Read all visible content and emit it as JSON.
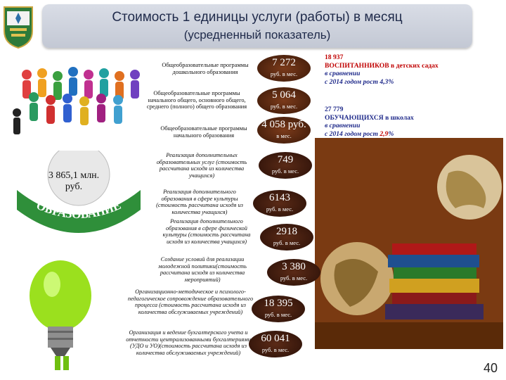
{
  "header": {
    "title": "Стоимость 1 единицы услуги  (работы) в месяц",
    "subtitle": "(усредненный показатель)"
  },
  "left_panel": {
    "budget_value": "3 865,1 млн. руб.",
    "arc_label": "ОБРАЗОВАНИЕ"
  },
  "services": [
    {
      "desc": "Общеобразовательные программы дошкольного образования",
      "value": "7 272",
      "unit": "руб. в мес."
    },
    {
      "desc": "Общеобразовательные программы начального общего, основного общего, среднего (полного) общего образования",
      "value": "5 064",
      "unit": "руб. в мес."
    },
    {
      "desc": "Общеобразовательные программы начального образования",
      "value": "4 058",
      "value_suffix": "руб.",
      "unit": "в мес."
    },
    {
      "desc": "Реализация дополнительных образовательных услуг (стоимость рассчитана исходя из количества учащихся)",
      "value": "749",
      "unit": "руб. в мес."
    },
    {
      "desc": "Реализация дополнительного образования в сфере культуры (стоимость рассчитана исходя из количества учащихся)",
      "value": "6143",
      "unit": "руб. в мес."
    },
    {
      "desc": "Реализация дополнительного образования в сфере физической культуры (стоимость рассчитана исходя из количества учащихся)",
      "value": "2918",
      "unit": "руб. в мес."
    },
    {
      "desc": "Создание условий для реализации молодежной политики(стоимость рассчитана исходя из количества мероприятий)",
      "value": "3 380",
      "unit": "руб. в мес."
    },
    {
      "desc": "Организационно-методическое и психолого-педагогическое сопровождение образовательного процесса (стоимость рассчитана исходя из количества обслуживаемых учреждений)",
      "value": "18 395",
      "unit": "руб. в мес."
    },
    {
      "desc": "Организация и ведение бухгалтерского учета и отчетности централизованными бухгалтериями (УДО и УО)(стоимость рассчитана исходя из количества обслуживаемых учреждений)",
      "value": "60 041",
      "unit": "руб. в мес."
    }
  ],
  "notes": [
    {
      "count": "18 937",
      "label": "ВОСПИТАННИКОВ в детских садах",
      "line3": "в сравнении",
      "line4": "с 2014 годом рост 4,3%"
    },
    {
      "count": "27 779",
      "label": "ОБУЧАЮЩИХСЯ в школах",
      "line3": "в сравнении",
      "line4": "с 2014 годом рост ",
      "growth": "2,9",
      "pct": "%"
    }
  ],
  "page_number": "40",
  "colors": {
    "accent_red": "#c00000",
    "badge_dark": "#3a1a10",
    "arc_green": "#2f8f3a"
  }
}
